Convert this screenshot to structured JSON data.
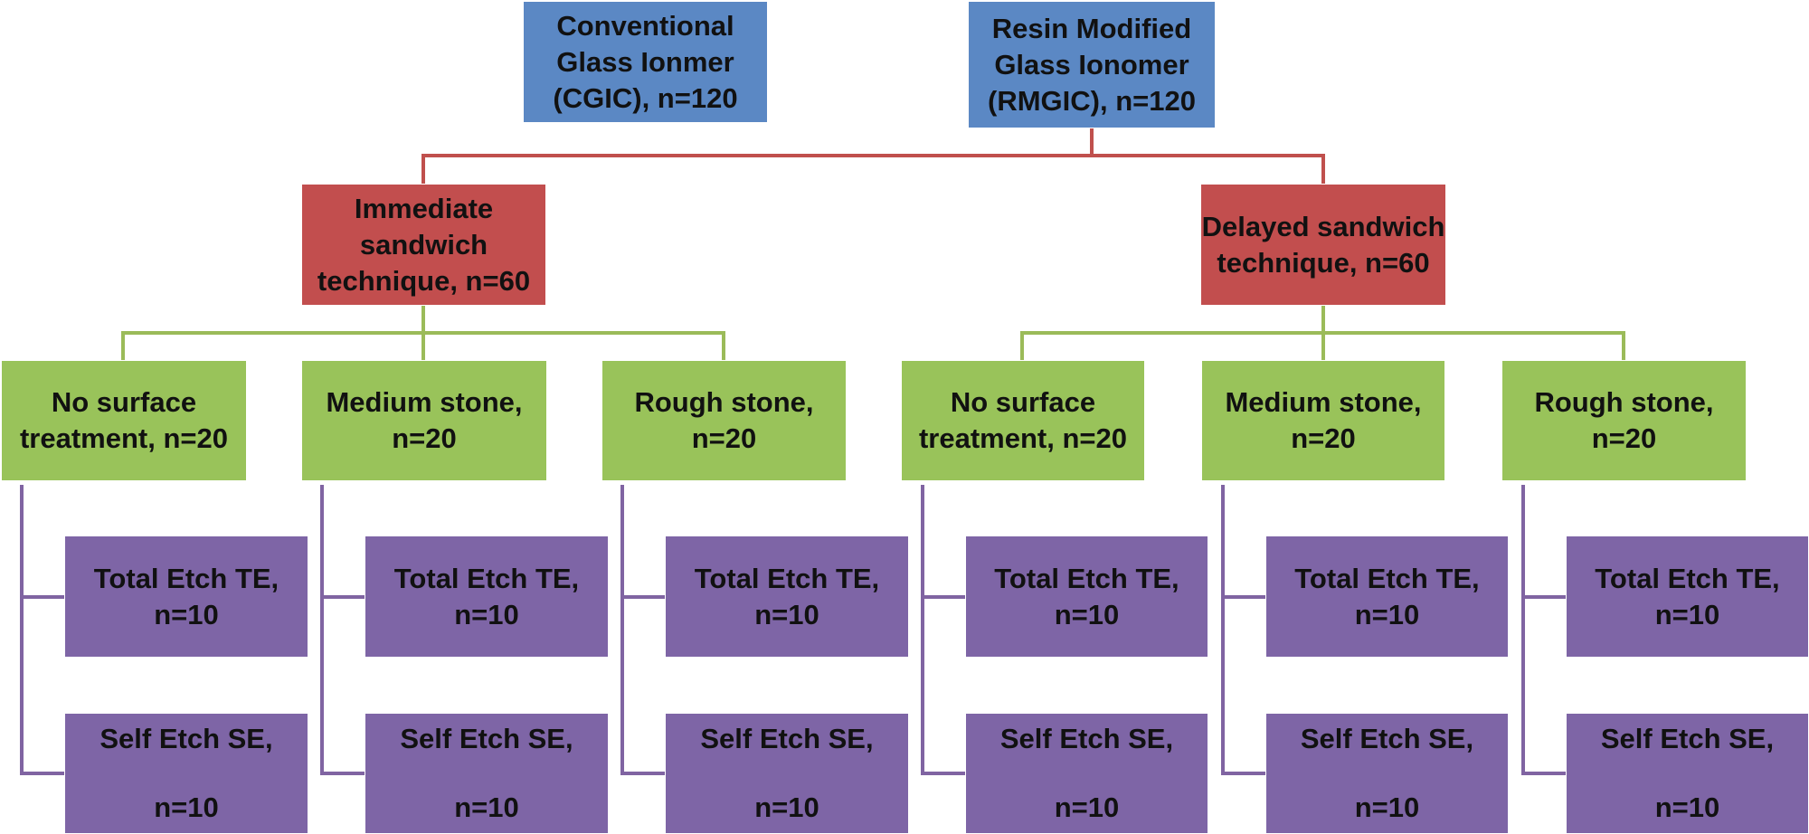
{
  "colors": {
    "material_box": "#5b88c4",
    "technique_box": "#c24e4e",
    "surface_box": "#99c35a",
    "adhesive_box": "#7e65a6",
    "technique_connector": "#c0504d",
    "surface_connector": "#9bbb59",
    "adhesive_connector": "#8064a2"
  },
  "materials": {
    "cgic": "Conventional\nGlass Ionmer\n(CGIC), n=120",
    "rmgic": "Resin Modified\nGlass Ionomer\n(RMGIC), n=120"
  },
  "techniques": {
    "immediate": "Immediate\nsandwich\ntechnique, n=60",
    "delayed": "Delayed sandwich\ntechnique, n=60"
  },
  "surface_groups": [
    {
      "label": "No surface\ntreatment, n=20",
      "total_etch": "Total Etch TE,\nn=10",
      "self_etch": "Self Etch SE,\n\nn=10"
    },
    {
      "label": "Medium stone,\nn=20",
      "total_etch": "Total Etch TE,\nn=10",
      "self_etch": "Self Etch SE,\n\nn=10"
    },
    {
      "label": "Rough stone,\nn=20",
      "total_etch": "Total Etch TE,\nn=10",
      "self_etch": "Self Etch SE,\n\nn=10"
    },
    {
      "label": "No surface\ntreatment, n=20",
      "total_etch": "Total Etch TE,\nn=10",
      "self_etch": "Self Etch SE,\n\nn=10"
    },
    {
      "label": "Medium stone,\nn=20",
      "total_etch": "Total Etch TE,\nn=10",
      "self_etch": "Self Etch SE,\n\nn=10"
    },
    {
      "label": "Rough stone,\nn=20",
      "total_etch": "Total Etch TE,\nn=10",
      "self_etch": "Self Etch SE,\n\nn=10"
    }
  ]
}
